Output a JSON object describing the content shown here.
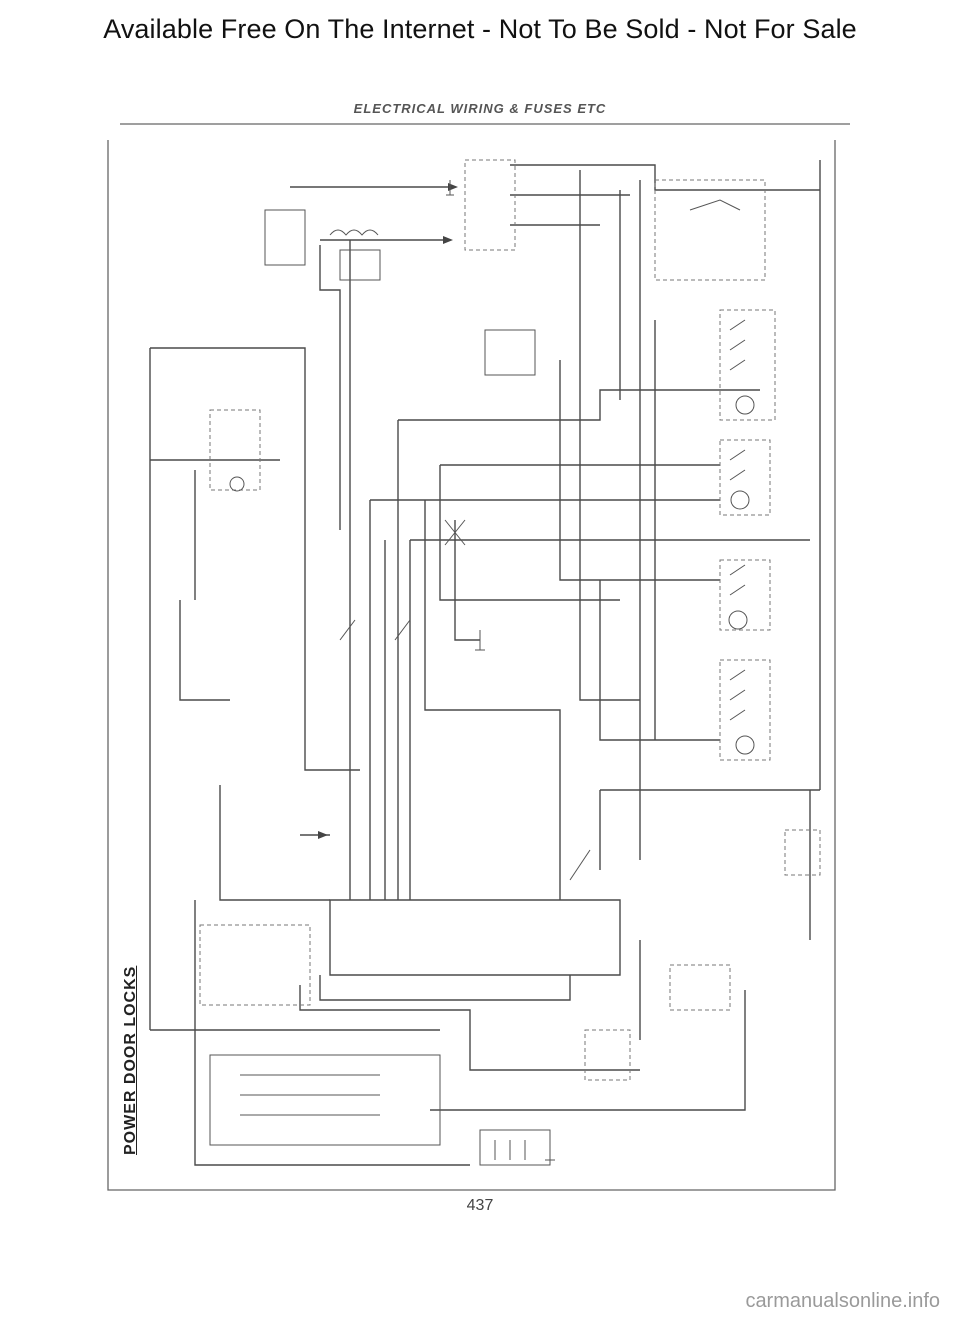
{
  "header": {
    "banner": "Available Free On The Internet - Not To Be Sold - Not For Sale"
  },
  "diagram": {
    "section_title": "ELECTRICAL WIRING & FUSES ETC",
    "vertical_title": "POWER DOOR LOCKS"
  },
  "footer": {
    "page_number": "437",
    "watermark": "carmanualsonline.info"
  }
}
